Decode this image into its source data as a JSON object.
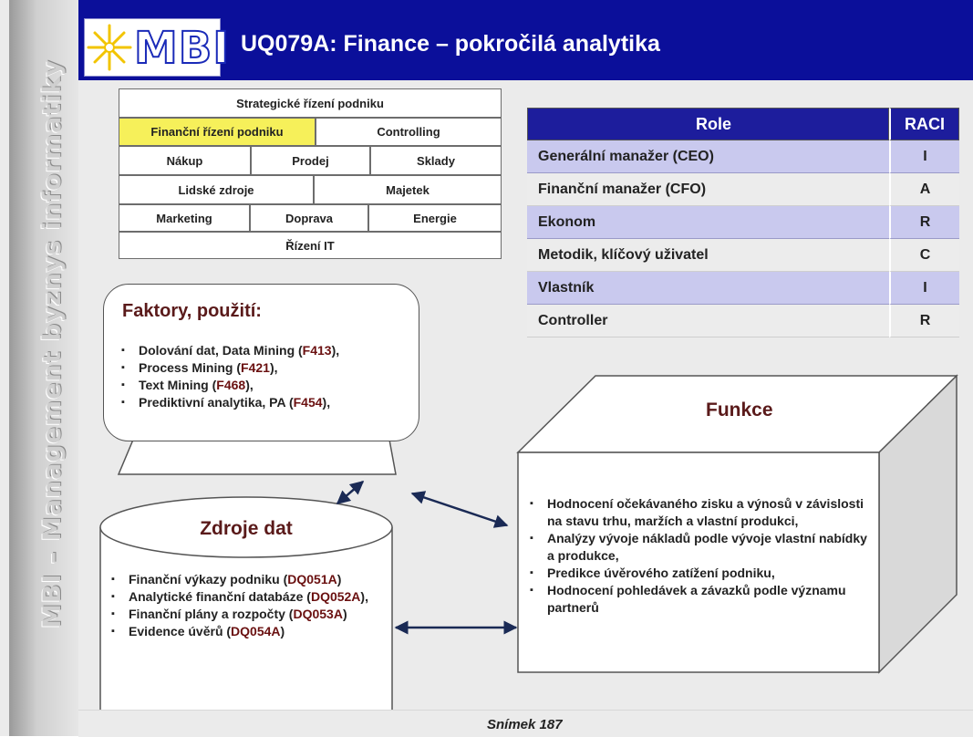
{
  "header": {
    "logo_text": "MBI",
    "title": "UQ079A: Finance – pokročilá analytika"
  },
  "sidebar": {
    "text": "MBI – Management byznys informatiky"
  },
  "process_grid": {
    "rows": [
      [
        "Strategické řízení podniku"
      ],
      [
        "Finanční řízení podniku",
        "Controlling"
      ],
      [
        "Nákup",
        "Prodej",
        "Sklady"
      ],
      [
        "Lidské zdroje",
        "Majetek"
      ],
      [
        "Marketing",
        "Doprava",
        "Energie"
      ],
      [
        "Řízení IT"
      ]
    ],
    "highlight_color": "#f6f05a"
  },
  "roles": {
    "headers": [
      "Role",
      "RACI"
    ],
    "rows": [
      [
        "Generální manažer (CEO)",
        "I"
      ],
      [
        "Finanční manažer (CFO)",
        "A"
      ],
      [
        "Ekonom",
        "R"
      ],
      [
        "Metodik, klíčový uživatel",
        "C"
      ],
      [
        "Vlastník",
        "I"
      ],
      [
        "Controller",
        "R"
      ]
    ]
  },
  "factors": {
    "heading": "Faktory, použití:",
    "items": [
      {
        "text": "Dolování dat, Data Mining (",
        "ref": "F413",
        "tail": "),"
      },
      {
        "text": "Process Mining (",
        "ref": "F421",
        "tail": "),"
      },
      {
        "text": "Text Mining (",
        "ref": "F468",
        "tail": "),"
      },
      {
        "text": "Prediktivní analytika, PA  (",
        "ref": "F454",
        "tail": "),"
      }
    ]
  },
  "sources": {
    "heading": "Zdroje  dat",
    "items": [
      {
        "text": "Finanční výkazy podniku (",
        "ref": "DQ051A",
        "tail": ")"
      },
      {
        "text": "Analytické finanční databáze (",
        "ref": "DQ052A",
        "tail": "),"
      },
      {
        "text": "Finanční plány a rozpočty (",
        "ref": "DQ053A",
        "tail": ")"
      },
      {
        "text": "Evidence úvěrů (",
        "ref": "DQ054A",
        "tail": ")"
      }
    ]
  },
  "functions": {
    "heading": "Funkce",
    "items": [
      "Hodnocení očekávaného zisku a výnosů v závislosti na stavu trhu, maržích a vlastní produkci,",
      "Analýzy vývoje nákladů podle vývoje vlastní nabídky a produkce,",
      "Predikce úvěrového zatížení podniku,",
      "Hodnocení pohledávek a závazků podle významu partnerů"
    ]
  },
  "footer": {
    "slide_label": "Snímek  187"
  },
  "colors": {
    "header_bg": "#0b0f9a",
    "table_head": "#1d1d9c",
    "table_band": "#c9c9ee",
    "heading_text": "#5a1a1a"
  }
}
